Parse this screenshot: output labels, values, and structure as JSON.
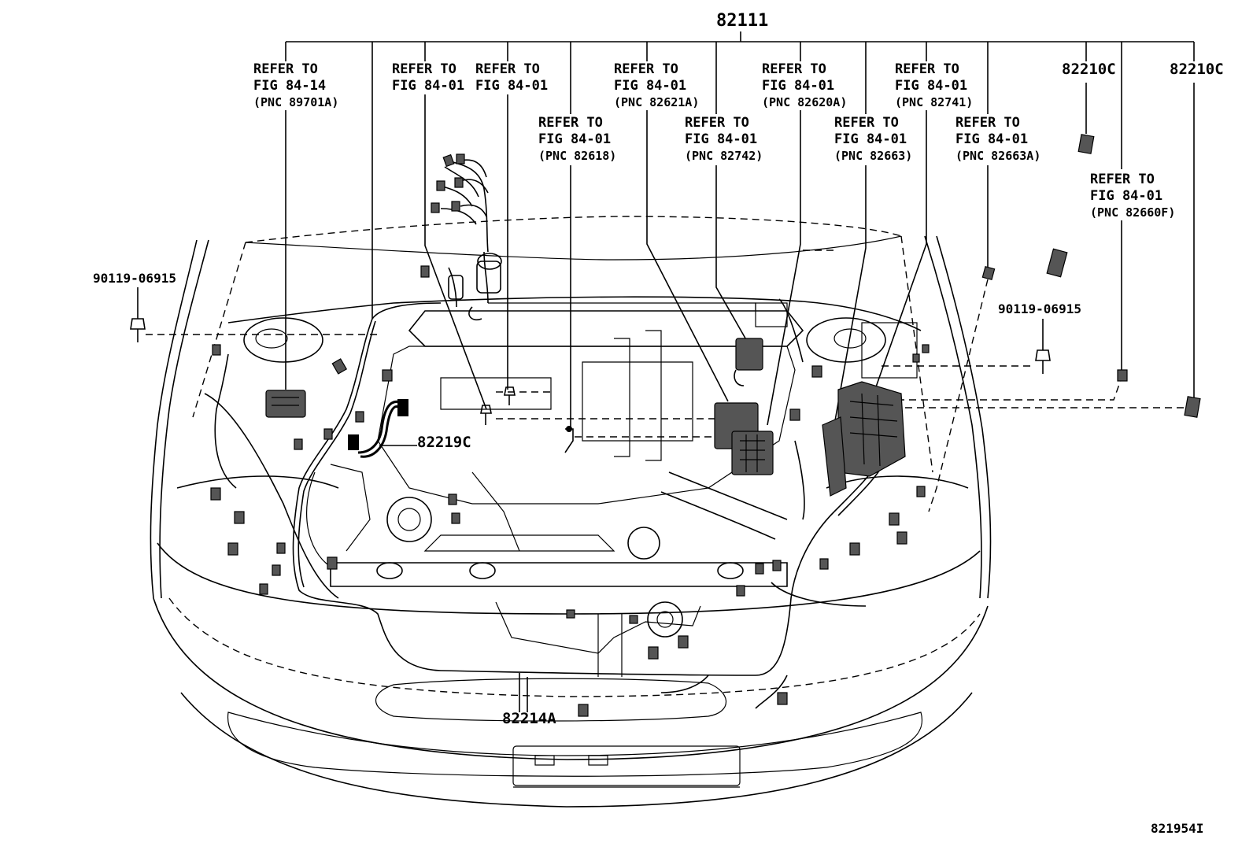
{
  "main_part": "82111",
  "refs": [
    {
      "id": "r1",
      "l1": "REFER TO",
      "l2": "FIG 84-14",
      "l3": "(PNC 89701A)"
    },
    {
      "id": "r2",
      "l1": "REFER TO",
      "l2": "FIG 84-01",
      "l3": ""
    },
    {
      "id": "r3",
      "l1": "REFER TO",
      "l2": "FIG 84-01",
      "l3": ""
    },
    {
      "id": "r4",
      "l1": "REFER TO",
      "l2": "FIG 84-01",
      "l3": "(PNC 82618)"
    },
    {
      "id": "r5",
      "l1": "REFER TO",
      "l2": "FIG 84-01",
      "l3": "(PNC 82621A)"
    },
    {
      "id": "r6",
      "l1": "REFER TO",
      "l2": "FIG 84-01",
      "l3": "(PNC 82742)"
    },
    {
      "id": "r7",
      "l1": "REFER TO",
      "l2": "FIG 84-01",
      "l3": "(PNC 82620A)"
    },
    {
      "id": "r8",
      "l1": "REFER TO",
      "l2": "FIG 84-01",
      "l3": "(PNC 82663)"
    },
    {
      "id": "r9",
      "l1": "REFER TO",
      "l2": "FIG 84-01",
      "l3": "(PNC 82741)"
    },
    {
      "id": "r10",
      "l1": "REFER TO",
      "l2": "FIG 84-01",
      "l3": "(PNC 82663A)"
    },
    {
      "id": "r11",
      "l1": "REFER TO",
      "l2": "FIG 84-01",
      "l3": "(PNC 82660F)"
    }
  ],
  "parts": {
    "p82210c_a": "82210C",
    "p82210c_b": "82210C",
    "p90119_left": "90119-06915",
    "p90119_right": "90119-06915",
    "p82219c": "82219C",
    "p82214a": "82214A"
  },
  "figure_id": "821954I"
}
